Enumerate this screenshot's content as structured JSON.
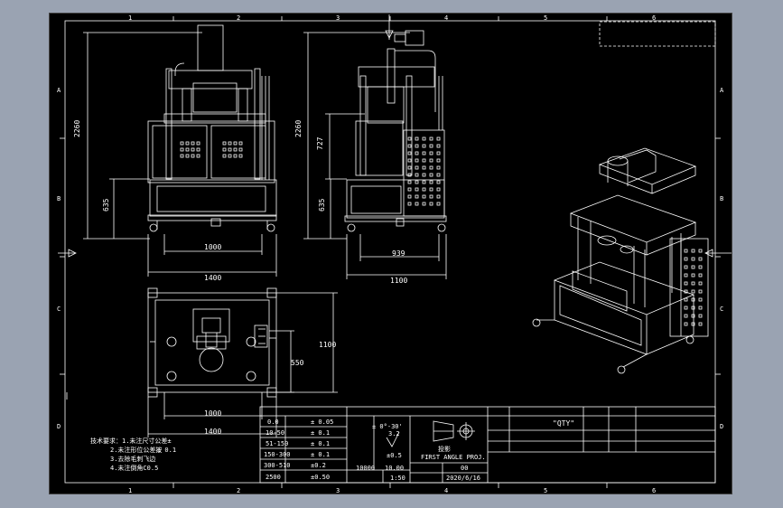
{
  "drawing": {
    "colors": {
      "background": "#000000",
      "lines": "#ffffff",
      "dims": "#ffffff",
      "frame_bg": "#9aa3b2"
    },
    "zone_letters": [
      "A",
      "B",
      "C",
      "D"
    ],
    "zone_numbers": [
      "1",
      "2",
      "3",
      "4",
      "5",
      "6"
    ],
    "dimensions": {
      "front_height": "2260",
      "front_lower": "635",
      "front_width_inner": "1000",
      "front_width_outer": "1400",
      "side_height": "2260",
      "side_mid": "727",
      "side_lower": "635",
      "side_width_inner": "939",
      "side_width_outer": "1100",
      "plan_width_inner": "1000",
      "plan_width_outer": "1400",
      "plan_depth": "1100",
      "plan_depth_inner": "550"
    },
    "notes": [
      "技术要求：1.未注尺寸公差±",
      "2.未注形位公差按",
      "3.去除毛刺飞边",
      "4.未注倒角C0.5"
    ],
    "notes_tol": "± 0.1",
    "title_block": {
      "tol_rows": [
        {
          "range": "0.0",
          "tol": "± 0.05"
        },
        {
          "range": "10-50",
          "tol": "± 0.1"
        },
        {
          "range": "51-150",
          "tol": "± 0.1"
        },
        {
          "range": "150-300",
          "tol": "± 0.1"
        },
        {
          "range": "300-510",
          "tol": "±0.2"
        },
        {
          "range": "2500",
          "tol": "±0.50"
        }
      ],
      "angle_tol": "± 0°-30'",
      "rough_value": "3.2",
      "extra_tol": "±0.5",
      "first_angle": "FIRST ANGLE PROJ.",
      "projection_label": "投影",
      "scale": "1:50",
      "code_a": "10000",
      "code_b": "10.00",
      "qty": "\"QTY\"",
      "sheet_num": "00",
      "date": "2020/6/16"
    }
  }
}
